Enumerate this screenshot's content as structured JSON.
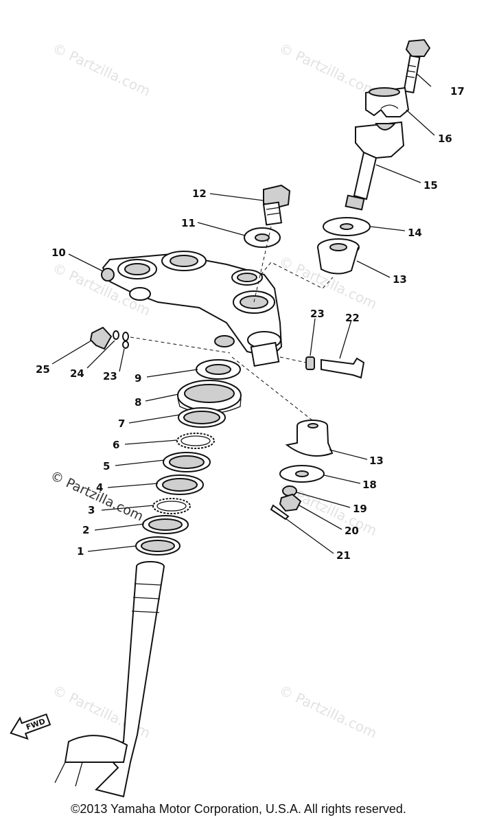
{
  "watermark": "© Partzilla.com",
  "fwd_label": "FWD",
  "copyright": "©2013  Yamaha Motor Corporation, U.S.A. All rights reserved.",
  "callouts": [
    "1",
    "2",
    "3",
    "4",
    "5",
    "6",
    "7",
    "8",
    "9",
    "10",
    "11",
    "12",
    "13",
    "14",
    "15",
    "16",
    "17",
    "18",
    "19",
    "20",
    "21",
    "22",
    "23",
    "24",
    "25"
  ],
  "callouts_repeat": {
    "13": "13",
    "23": "23"
  }
}
